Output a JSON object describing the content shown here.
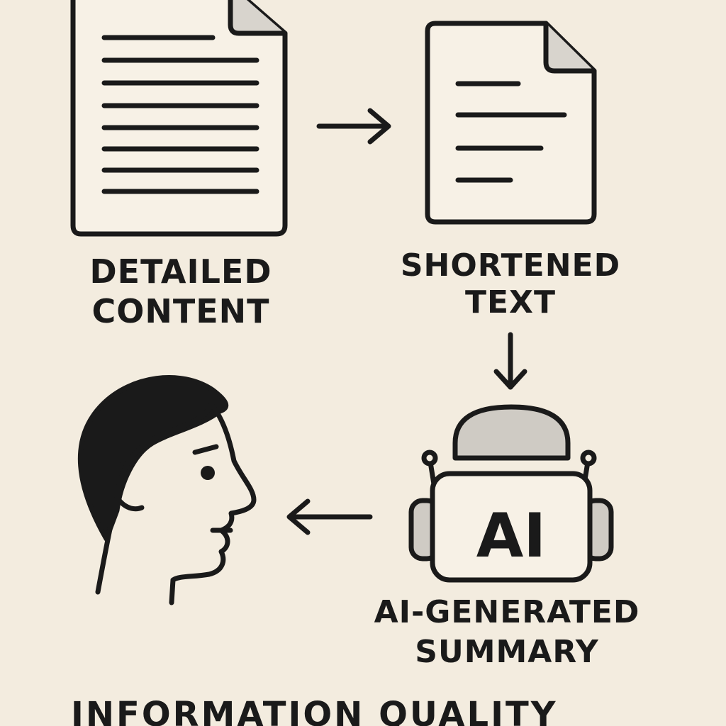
{
  "diagram": {
    "nodes": {
      "detailed_content": {
        "line1": "DETAILED",
        "line2": "CONTENT"
      },
      "shortened_text": {
        "line1": "SHORTENED",
        "line2": "TEXT"
      },
      "ai_summary": {
        "badge": "AI",
        "line1": "AI-GENERATED",
        "line2": "SUMMARY"
      }
    },
    "footer": "INFORMATION QUALITY"
  },
  "colors": {
    "background": "#f3ecdf",
    "ink": "#1a1a1a",
    "robot_gray": "#cfcbc4",
    "paper": "#f7f1e6"
  },
  "icons": [
    "detailed-document-icon",
    "shortened-document-icon",
    "robot-ai-icon",
    "human-head-icon",
    "arrow-right-icon",
    "arrow-down-icon",
    "arrow-left-icon"
  ]
}
